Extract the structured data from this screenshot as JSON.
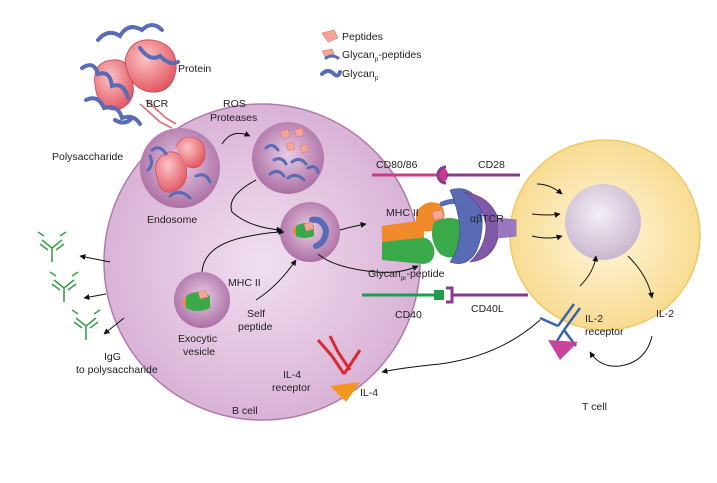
{
  "labels": {
    "protein": "Protein",
    "bcr": "BCR",
    "polysaccharide": "Polysaccharide",
    "ros": "ROS",
    "proteases": "Proteases",
    "endosome": "Endosome",
    "legend_peptides": "Peptides",
    "legend_glycan_peptides_pre": "Glycan",
    "legend_glycan_peptides_sub": "p",
    "legend_glycan_peptides_post": "-peptides",
    "legend_glycan_pre": "Glycan",
    "legend_glycan_sub": "p",
    "cd80": "CD80/86",
    "cd28": "CD28",
    "mhc2_top": "MHC II",
    "abtcr": "αβTCR",
    "glycan_peptide_pre": "Glycan",
    "glycan_peptide_sub": "pr",
    "glycan_peptide_post": "-peptide",
    "mhc2_bottom": "MHC II",
    "self": "Self",
    "peptide": "peptide",
    "exocytic": "Exocytic",
    "vesicle": "vesicle",
    "cd40": "CD40",
    "cd40l": "CD40L",
    "il2_receptor_1": "IL-2",
    "il2_receptor_2": "receptor",
    "il2": "IL-2",
    "il4_receptor_1": "IL-4",
    "il4_receptor_2": "receptor",
    "il4": "IL-4",
    "igg_1": "IgG",
    "igg_2": "to polysaccharide",
    "bcell": "B cell",
    "tcell": "T cell"
  },
  "colors": {
    "bcell_fill": "#e3c6e0",
    "bcell_edge": "#b07aa9",
    "tcell_fill": "#fbe8b6",
    "tcell_edge": "#f0c860",
    "protein": "#ef7f86",
    "glycan": "#5a6bb5",
    "peptide": "#f3a59a",
    "cd80": "#cc3b8a",
    "cd28": "#8a3a8e",
    "cd40": "#1f9e4a",
    "cd40l": "#8a3a8e",
    "mhc_orange": "#f08a2a",
    "mhc_green": "#39a94a",
    "tcr": "#7f58a8",
    "il2r": "#3a62b0",
    "il2": "#c8439a",
    "il4r": "#d62b33",
    "il4": "#f3971e",
    "igg": "#3aa14a"
  }
}
